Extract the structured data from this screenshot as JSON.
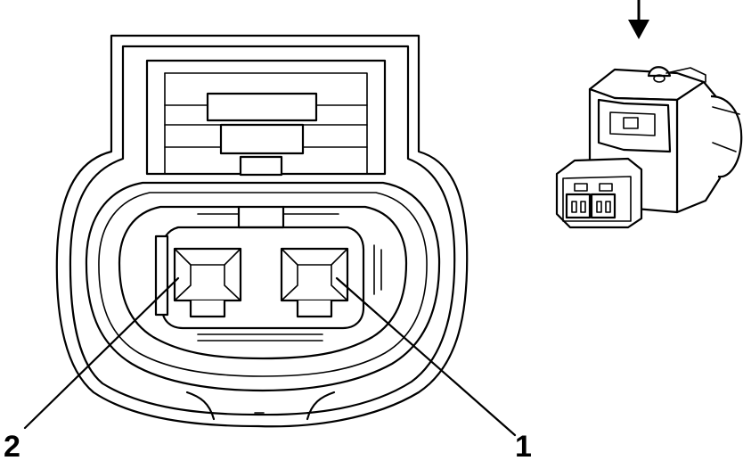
{
  "diagram": {
    "callouts": [
      {
        "id": "terminal-1",
        "label": "1"
      },
      {
        "id": "terminal-2",
        "label": "2"
      }
    ],
    "inset": {
      "arrow_icon": "down-arrow-icon"
    }
  }
}
